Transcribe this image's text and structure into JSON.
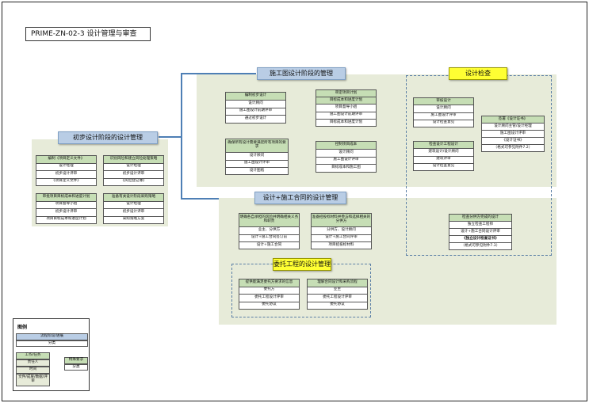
{
  "title": "PRIME-ZN-02-3 设计管理与审查",
  "sections": {
    "preliminary": "初步设计阶段的设计管理",
    "construction": "施工图设计阶段的管理",
    "design_check": "设计检查",
    "design_construction": "设计+施工合同的设计管理",
    "commissioned": "委托工程的设计管理"
  },
  "prelim_groups": [
    [
      "编制《项目定义文件》",
      "设计经理",
      "初步设计评审",
      "《项目定义文件》"
    ],
    [
      "识别风险和建立风险处理策略",
      "设计经理",
      "初步设计评审",
      "《风险登记簿》"
    ],
    [
      "审批项目目标成本和进度计划",
      "项目督导小组",
      "初步设计评审",
      "项目目标成本和进度计划"
    ],
    [
      "准备有关设计阶段采购策略",
      "设计经理",
      "初步设计评审",
      "采购策略方案"
    ]
  ],
  "construction_groups": [
    [
      "编制初步设计",
      "设计顾问",
      "施工图设计前期评审",
      "通过初步设计"
    ],
    [
      "审定项目计划",
      "目标成本和进度计划",
      "项目督导小组",
      "施工图设计前期评审",
      "目标成本和进度计划"
    ],
    [
      "确保所有设计需要满足所有项目的要求",
      "设计顾问",
      "施工图设计评审",
      "设计图纸"
    ],
    [
      "控制项目成本",
      "设计顾问",
      "施工图设计评审",
      "目标成本和施工图"
    ]
  ],
  "check_groups": [
    [
      "审核设计",
      "设计顾问",
      "施工图设计评审",
      "设计检查意见"
    ],
    [
      "检查设计工程设计",
      "建筑设计/设计顾问",
      "建筑评审",
      "设计检查意见"
    ],
    [
      "签署《设计证书》",
      "设计顾问主管/设计经理",
      "施工图设计评审",
      "《设计证书》",
      "（格式可参见附件7.2）"
    ],
    [
      "检查分供方完成的设计",
      "独立检查工程师",
      "设计+施工合同设计评审",
      "《独立设计检查证书》",
      "（格式可参见附件7.3）"
    ]
  ],
  "dc_groups": [
    [
      "明确各自承担的风险并明确相关义务和职责",
      "业主、分供方",
      "设计+施工合同签订前",
      "设计+施工合同"
    ],
    [
      "准备招投标材料并参与和选择相关的分供方",
      "分供方、设计顾问",
      "设计+施工合同评审",
      "项目招投标材料"
    ]
  ],
  "commissioned_groups": [
    [
      "提供能满足委托方要求的信息",
      "委托方",
      "委托工程设计评审",
      "委托协议"
    ],
    [
      "理解合同设计和采购流程",
      "业主",
      "委托工程设计评审",
      "委托协议"
    ]
  ],
  "legend": {
    "title": "图例",
    "phase": "流程阶段/进展",
    "category": "分类",
    "task": "工作/任务",
    "owner": "责任人",
    "time": "时间",
    "output": "文件/成果/数据/评审",
    "special": "特殊要求",
    "special_cat": "分类"
  }
}
